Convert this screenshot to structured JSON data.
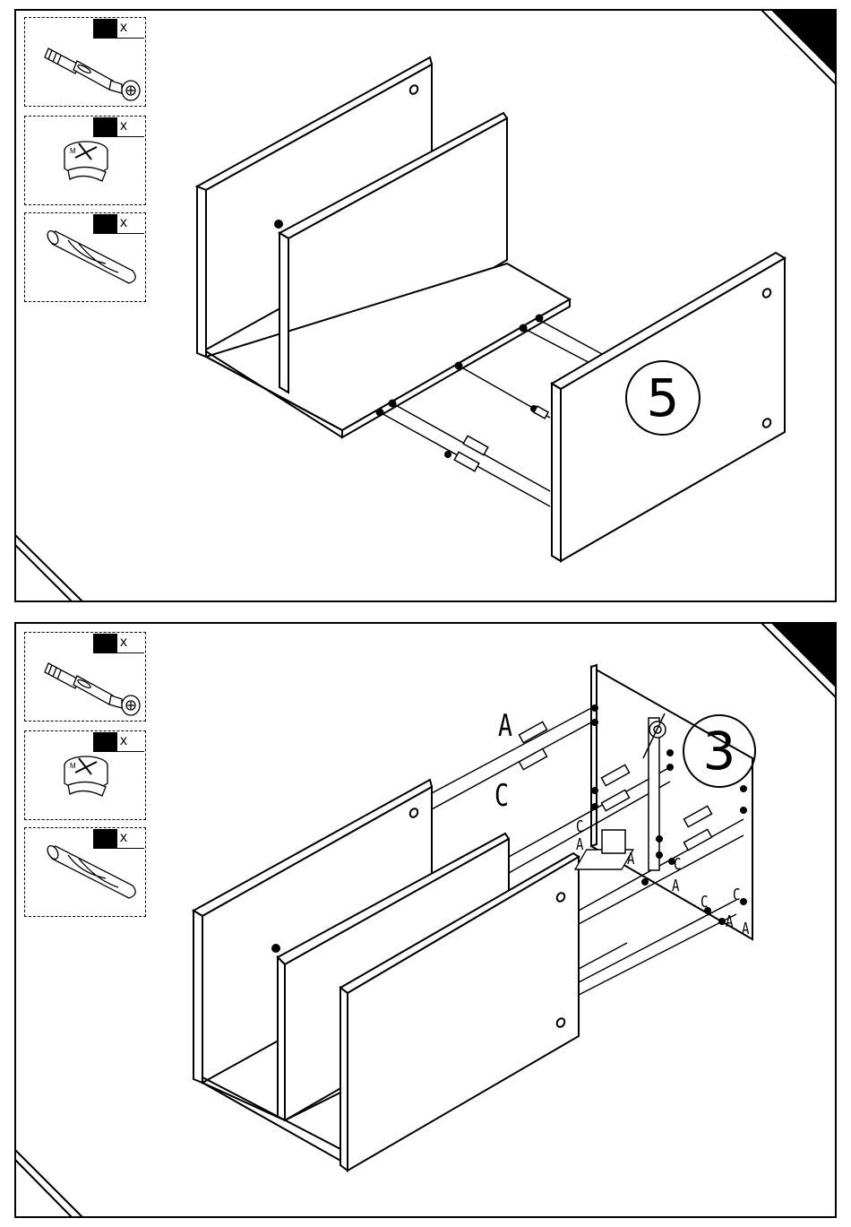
{
  "steps": [
    {
      "number": "5",
      "parts": [
        {
          "icon": "cam-bolt-icon",
          "qty_label": "x"
        },
        {
          "icon": "cam-lock-icon",
          "qty_label": "x"
        },
        {
          "icon": "wooden-dowel-icon",
          "qty_label": "x"
        }
      ]
    },
    {
      "number": "3",
      "parts": [
        {
          "icon": "cam-bolt-icon",
          "qty_label": "x"
        },
        {
          "icon": "cam-lock-icon",
          "qty_label": "x"
        },
        {
          "icon": "wooden-dowel-icon",
          "qty_label": "x"
        }
      ],
      "hole_labels": {
        "a": "A",
        "c": "C"
      }
    }
  ]
}
